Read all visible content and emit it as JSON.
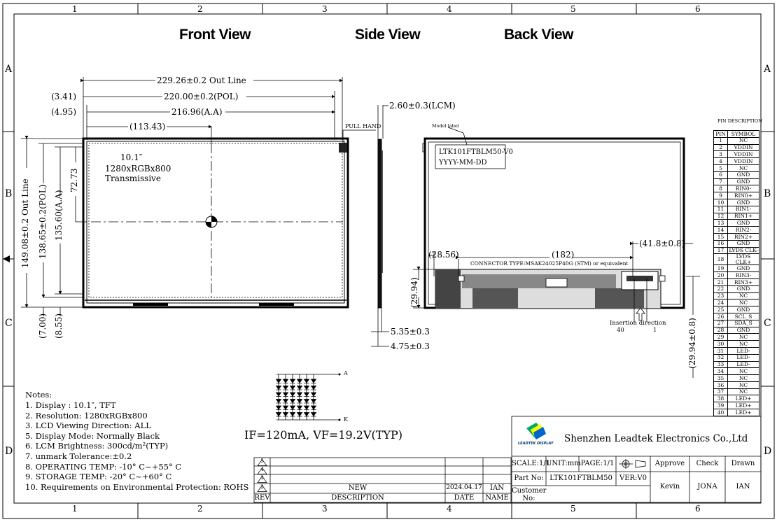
{
  "border": {
    "columns": [
      "1",
      "2",
      "3",
      "4",
      "5",
      "6"
    ],
    "rows": [
      "A",
      "B",
      "C",
      "D"
    ]
  },
  "views": {
    "front": "Front View",
    "side": "Side View",
    "back": "Back View"
  },
  "front": {
    "outline_w": "229.26±0.2 Out Line",
    "pol_w": "220.00±0.2(POL)",
    "aa_w": "216.96(A.A)",
    "left_off_1": "(3.41)",
    "left_off_2": "(4.95)",
    "center_x": "(113.43)",
    "pull_hand": "PULL HAND",
    "size": "10.1″",
    "resolution": "1280xRGBx800",
    "mode": "Transmissive",
    "outline_h": "149.08±0.2 Out Line",
    "pol_h": "138.65±0.2(POL)",
    "aa_h": "135.60(A.A)",
    "center_y": "72.73",
    "bottom_off_1": "(7.00)",
    "bottom_off_2": "(8.55)"
  },
  "side": {
    "lcm_thickness": "2.60±0.3(LCM)",
    "dim_a": "5.35±0.3",
    "dim_b": "4.75±0.3"
  },
  "back": {
    "model_label_caption": "Model label",
    "model": "LTK101FTBLM50-V0",
    "date": "YYYY-MM-DD",
    "dim_left": "(28.56)",
    "dim_mid": "(182)",
    "dim_right": "(41.8±0.8)",
    "connector": "CONNECTOR TYPE:MSAK24025P40G (STM) or equivalent",
    "dim_height": "(29.94)",
    "dim_right_vert": "(29.94±0.8)",
    "insertion": "Insertion direction",
    "pin_40": "40",
    "pin_1": "1"
  },
  "pins": {
    "caption": "PIN DESCRIPTION",
    "header": [
      "PIN",
      "SYMBOL"
    ],
    "rows": [
      [
        "1",
        "NC"
      ],
      [
        "2",
        "VDDIN"
      ],
      [
        "3",
        "VDDIN"
      ],
      [
        "4",
        "VDDIN"
      ],
      [
        "5",
        "NC"
      ],
      [
        "6",
        "GND"
      ],
      [
        "7",
        "GND"
      ],
      [
        "8",
        "RIN0-"
      ],
      [
        "9",
        "RIN0+"
      ],
      [
        "10",
        "GND"
      ],
      [
        "11",
        "RIN1-"
      ],
      [
        "12",
        "RIN1+"
      ],
      [
        "13",
        "GND"
      ],
      [
        "14",
        "RIN2-"
      ],
      [
        "15",
        "RIN2+"
      ],
      [
        "16",
        "GND"
      ],
      [
        "17",
        "LVDS CLK-"
      ],
      [
        "18",
        "LVDS CLK+"
      ],
      [
        "19",
        "GND"
      ],
      [
        "20",
        "RIN3-"
      ],
      [
        "21",
        "RIN3+"
      ],
      [
        "22",
        "GND"
      ],
      [
        "23",
        "NC"
      ],
      [
        "24",
        "NC"
      ],
      [
        "25",
        "GND"
      ],
      [
        "26",
        "SCL_S"
      ],
      [
        "27",
        "SDA_S"
      ],
      [
        "28",
        "GND"
      ],
      [
        "29",
        "NC"
      ],
      [
        "30",
        "NC"
      ],
      [
        "31",
        "LED-"
      ],
      [
        "32",
        "LED-"
      ],
      [
        "33",
        "LED-"
      ],
      [
        "34",
        "NC"
      ],
      [
        "35",
        "NC"
      ],
      [
        "36",
        "NC"
      ],
      [
        "37",
        "NC"
      ],
      [
        "38",
        "LED+"
      ],
      [
        "39",
        "LED+"
      ],
      [
        "40",
        "LED+"
      ]
    ]
  },
  "led": {
    "anode": "A",
    "cathode": "K",
    "spec": "IF=120mA, VF=19.2V(TYP)"
  },
  "notes": {
    "title": "Notes:",
    "items": [
      "1. Display : 10.1″,  TFT",
      "2. Resolution: 1280xRGBx800",
      "3. LCD Viewing Direction: ALL",
      "5. Display Mode: Normally Black",
      "6. LCM Brightness: 300cd/m²(TYP)",
      "7. unmark Tolerance:±0.2",
      "8. OPERATING TEMP: -10° C~+55° C",
      "9. STORAGE TEMP: -20° C~+60° C",
      "10. Requirements on Environmental Protection: ROHS"
    ]
  },
  "revision": {
    "rev_header": "REV",
    "desc_header": "DESCRIPTION",
    "date_header": "DATE",
    "name_header": "NAME",
    "row_desc": "NEW",
    "row_date": "2024.04.17",
    "row_name": "IAN",
    "marks": [
      "5",
      "4",
      "3",
      "2",
      "1"
    ]
  },
  "title_block": {
    "logo_text": "LEADTEK DISPLAY",
    "company": "Shenzhen Leadtek Electronics Co.,Ltd",
    "scale": "SCALE:1/1",
    "unit": "UNIT:mm",
    "page": "PAGE:1/1",
    "approve": "Approve",
    "check": "Check",
    "drawn": "Drawn",
    "part_no_label": "Part No:",
    "part_no": "LTK101FTBLM50",
    "ver": "VER:V0",
    "customer_label_1": "Customer",
    "customer_label_2": "No:",
    "approve_name": "Kevin",
    "check_name": "JONA",
    "drawn_name": "IAN"
  }
}
